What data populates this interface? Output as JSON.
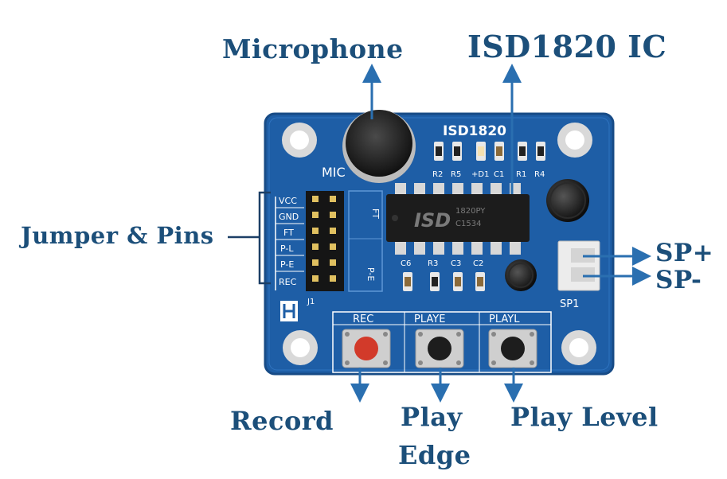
{
  "callouts": {
    "microphone": "Microphone",
    "ic": "ISD1820 IC",
    "jumper": "Jumper & Pins",
    "sp_plus": "SP+",
    "sp_minus": "SP-",
    "record": "Record",
    "play_edge_1": "Play",
    "play_edge_2": "Edge",
    "play_level": "Play Level"
  },
  "board": {
    "title": "ISD1820",
    "mic_label": "MIC",
    "chip_brand": "ISD",
    "chip_model": "1820PY",
    "chip_code": "C1534",
    "pin_labels": [
      "VCC",
      "GND",
      "FT",
      "P-L",
      "P-E",
      "REC"
    ],
    "header_label": "J1",
    "ft_tag": "FT",
    "pe_tag": "P-E",
    "top_components": [
      "R2",
      "R5",
      "+D1",
      "C1",
      "R1",
      "R4"
    ],
    "bottom_components": [
      "C6",
      "R3",
      "C3",
      "C2"
    ],
    "speaker_label": "SP1",
    "button_labels": [
      "REC",
      "PLAYE",
      "PLAYL"
    ]
  },
  "colors": {
    "pcb": "#1e5ea6",
    "callout_text": "#1c4f7a",
    "arrow": "#2a6fb0",
    "rec_button": "#d23a2a"
  }
}
